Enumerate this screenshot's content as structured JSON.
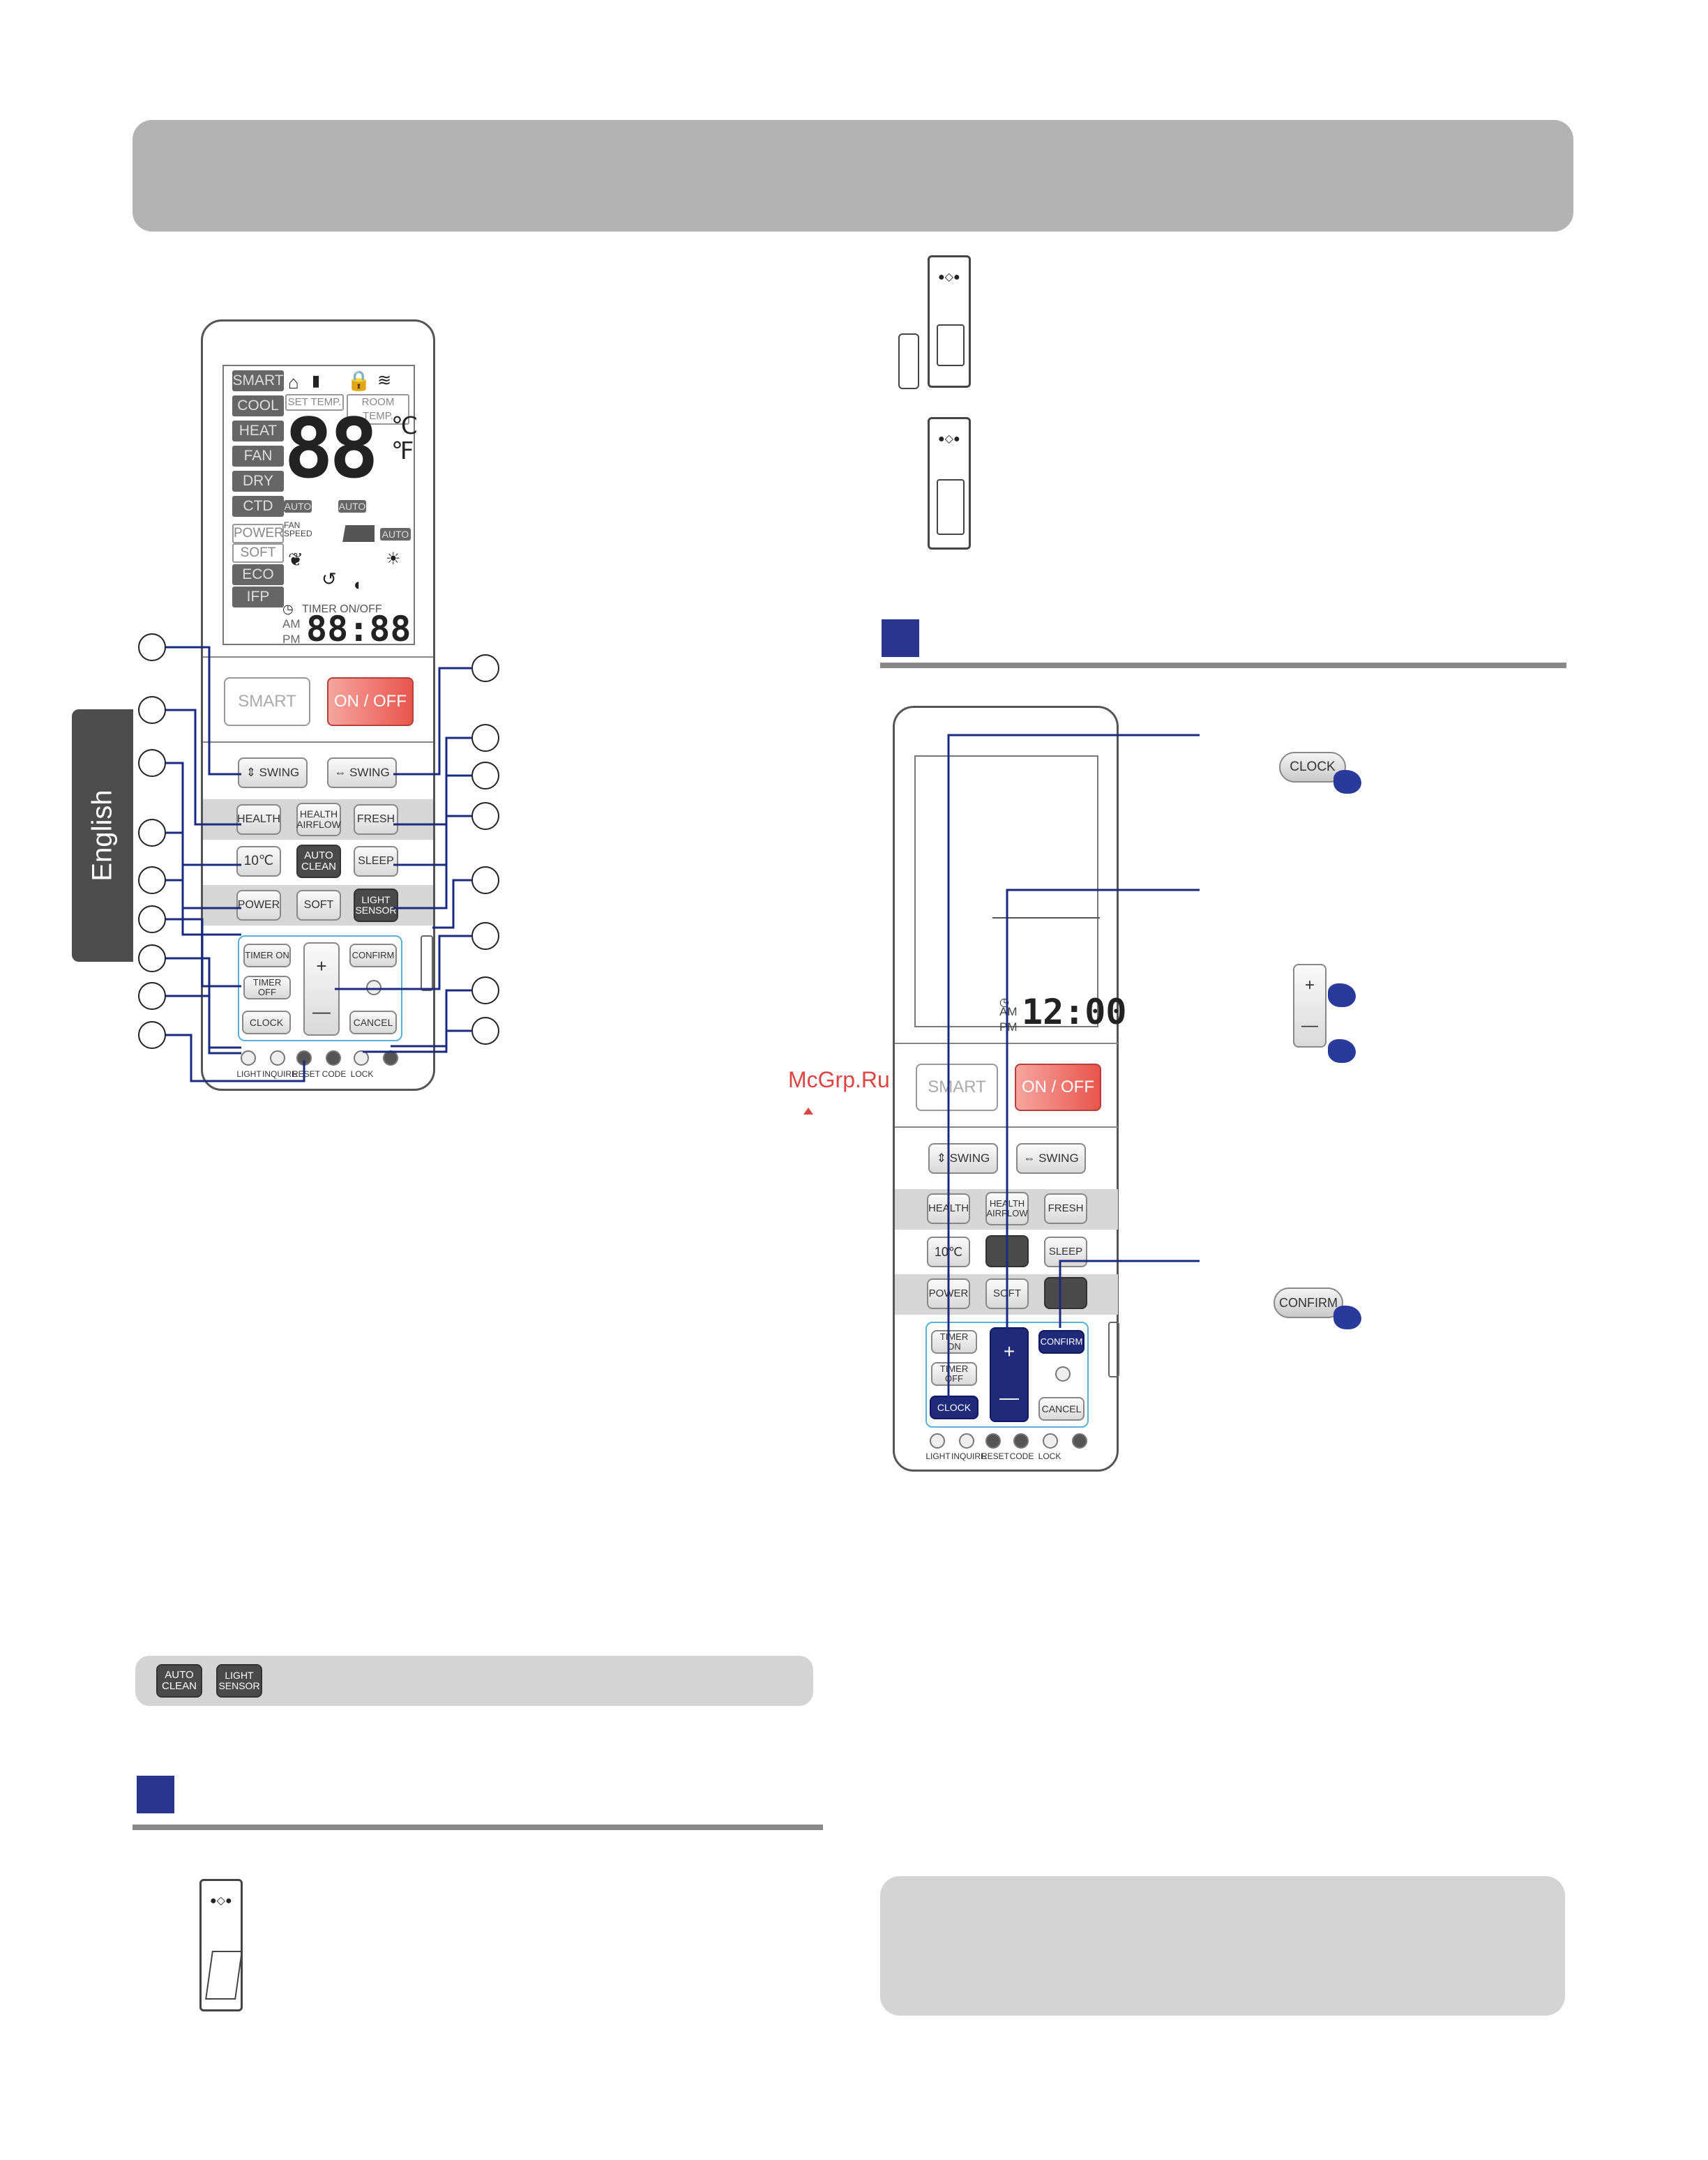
{
  "sidebar": {
    "language_tab": "English"
  },
  "remote": {
    "lcd_modes": [
      "SMART",
      "COOL",
      "HEAT",
      "FAN",
      "DRY",
      "CTD"
    ],
    "lcd_features": [
      "POWER",
      "SOFT",
      "ECO",
      "IFP"
    ],
    "set_temp": "SET TEMP.",
    "room_temp": "ROOM TEMP.",
    "temp_digits": "88",
    "auto": "AUTO",
    "fan_speed": "FAN SPEED",
    "timer_on_off": "TIMER ON/OFF",
    "am": "AM",
    "pm": "PM",
    "clock_digits": "88:88",
    "buttons": {
      "smart": "SMART",
      "onoff": "ON / OFF",
      "swing_v": "SWING",
      "swing_h": "SWING",
      "health": "HEALTH",
      "health_airflow": "HEALTH AIRFLOW",
      "fresh": "FRESH",
      "ten_c": "10℃",
      "auto_clean": "AUTO CLEAN",
      "sleep": "SLEEP",
      "power": "POWER",
      "soft": "SOFT",
      "light_sensor": "LIGHT SENSOR",
      "timer_on": "TIMER ON",
      "timer_off": "TIMER OFF",
      "confirm": "CONFIRM",
      "clock": "CLOCK",
      "cancel": "CANCEL",
      "plus": "+",
      "minus": "—"
    },
    "bottom_labels": [
      "LIGHT",
      "INQUIRE",
      "RESET",
      "CODE",
      "LOCK"
    ]
  },
  "legend_bar": {
    "auto_clean": "AUTO CLEAN",
    "light_sensor": "LIGHT SENSOR"
  },
  "clock_remote": {
    "lcd_time": "12:00",
    "am": "AM",
    "pm": "PM"
  },
  "steps": {
    "clock_button": "CLOCK",
    "plus": "+",
    "minus": "—",
    "confirm_button": "CONFIRM"
  },
  "watermark": "McGrp.Ru",
  "colors": {
    "navy": "#1f2a7a",
    "header_gray": "#b3b3b3",
    "onoff_red": "#e8554c"
  }
}
